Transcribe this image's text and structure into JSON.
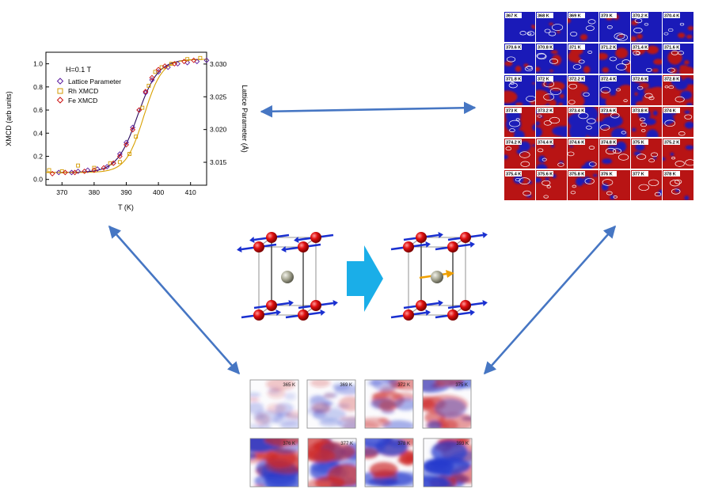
{
  "chart_data": {
    "type": "line",
    "annotation": "H=0.1 T",
    "xlabel": "T (K)",
    "ylabel": "XMCD (arb units)",
    "y2label": "Lattice Parameter (Å)",
    "xlim": [
      365,
      415
    ],
    "ylim": [
      -0.05,
      1.1
    ],
    "y2lim": [
      3.0115,
      3.0318
    ],
    "x_ticks": [
      "370",
      "380",
      "390",
      "400",
      "410"
    ],
    "y_ticks": [
      "0.0",
      "0.2",
      "0.4",
      "0.6",
      "0.8",
      "1.0"
    ],
    "y2_ticks": [
      "3.015",
      "3.020",
      "3.025",
      "3.030"
    ],
    "legend": [
      "Lattice Parameter",
      "Rh XMCD",
      "Fe XMCD"
    ],
    "series": [
      {
        "name": "Lattice Parameter",
        "color": "#5b1a9e",
        "marker": "diamond",
        "x": [
          369,
          373,
          375,
          378,
          381,
          384,
          386,
          388,
          390,
          392,
          394,
          396,
          398,
          400,
          403,
          406,
          409,
          412,
          415
        ],
        "y": [
          0.06,
          0.06,
          0.07,
          0.08,
          0.09,
          0.11,
          0.14,
          0.22,
          0.32,
          0.45,
          0.6,
          0.75,
          0.86,
          0.93,
          0.97,
          1.0,
          1.01,
          1.02,
          1.03
        ]
      },
      {
        "name": "Rh XMCD",
        "color": "#d39a00",
        "marker": "square",
        "x": [
          366,
          370,
          375,
          380,
          385,
          388,
          391,
          393,
          395,
          397,
          399,
          401,
          404,
          409,
          413
        ],
        "y": [
          0.08,
          0.07,
          0.12,
          0.1,
          0.14,
          0.15,
          0.22,
          0.37,
          0.62,
          0.81,
          0.93,
          0.97,
          1.0,
          1.04,
          1.05
        ]
      },
      {
        "name": "Fe XMCD",
        "color": "#cc1010",
        "marker": "diamond",
        "x": [
          367,
          371,
          374,
          377,
          380,
          383,
          386,
          388,
          390,
          392,
          394,
          396,
          398,
          400,
          402,
          405,
          408,
          411
        ],
        "y": [
          0.05,
          0.06,
          0.06,
          0.07,
          0.08,
          0.1,
          0.14,
          0.2,
          0.3,
          0.43,
          0.6,
          0.76,
          0.88,
          0.95,
          0.98,
          1.0,
          1.02,
          1.03
        ]
      }
    ],
    "fit_curves": [
      {
        "color": "#2a0a5e",
        "midpoint": 393.5,
        "width": 3.2
      },
      {
        "color": "#d8a000",
        "midpoint": 395.5,
        "width": 2.8
      }
    ]
  },
  "xmcd_tiles": {
    "labels": [
      "367 K",
      "368 K",
      "369 K",
      "370 K",
      "370.2 K",
      "370.4 K",
      "370.6 K",
      "370.8 K",
      "371 K",
      "371.2 K",
      "371.4 K",
      "371.6 K",
      "371.8 K",
      "372 K",
      "372.2 K",
      "372.4 K",
      "372.6 K",
      "372.8 K",
      "373 K",
      "373.2 K",
      "373.4 K",
      "373.6 K",
      "373.8 K",
      "374 K",
      "374.2 K",
      "374.4 K",
      "374.6 K",
      "374.8 K",
      "375 K",
      "375.2 K",
      "375.4 K",
      "375.6 K",
      "375.8 K",
      "376 K",
      "377 K",
      "378 K"
    ],
    "red_fraction": [
      0.0,
      0.02,
      0.04,
      0.06,
      0.08,
      0.1,
      0.12,
      0.15,
      0.18,
      0.2,
      0.22,
      0.25,
      0.35,
      0.4,
      0.45,
      0.5,
      0.55,
      0.6,
      0.6,
      0.62,
      0.65,
      0.68,
      0.7,
      0.72,
      0.82,
      0.85,
      0.88,
      0.9,
      0.92,
      0.94,
      0.9,
      0.93,
      0.95,
      0.96,
      0.98,
      1.0
    ],
    "colors": {
      "blue": "#1a1ab8",
      "red": "#b81414",
      "contour": "#ffffff"
    }
  },
  "structure": {
    "atom_color": "#e01010",
    "center_atom_color": "#a6a692",
    "moment_arrow_color": "#1a30d0",
    "induced_moment_color": "#f0a000",
    "transition_arrow_color": "#1aaee8"
  },
  "diffuse_maps": {
    "labels": [
      "365 K",
      "369 K",
      "372 K",
      "375 K",
      "376 K",
      "377 K",
      "378 K",
      "393 K"
    ],
    "intensity": [
      0.15,
      0.25,
      0.45,
      0.65,
      0.75,
      0.8,
      0.85,
      0.95
    ]
  },
  "connector_color": "#4676c3"
}
